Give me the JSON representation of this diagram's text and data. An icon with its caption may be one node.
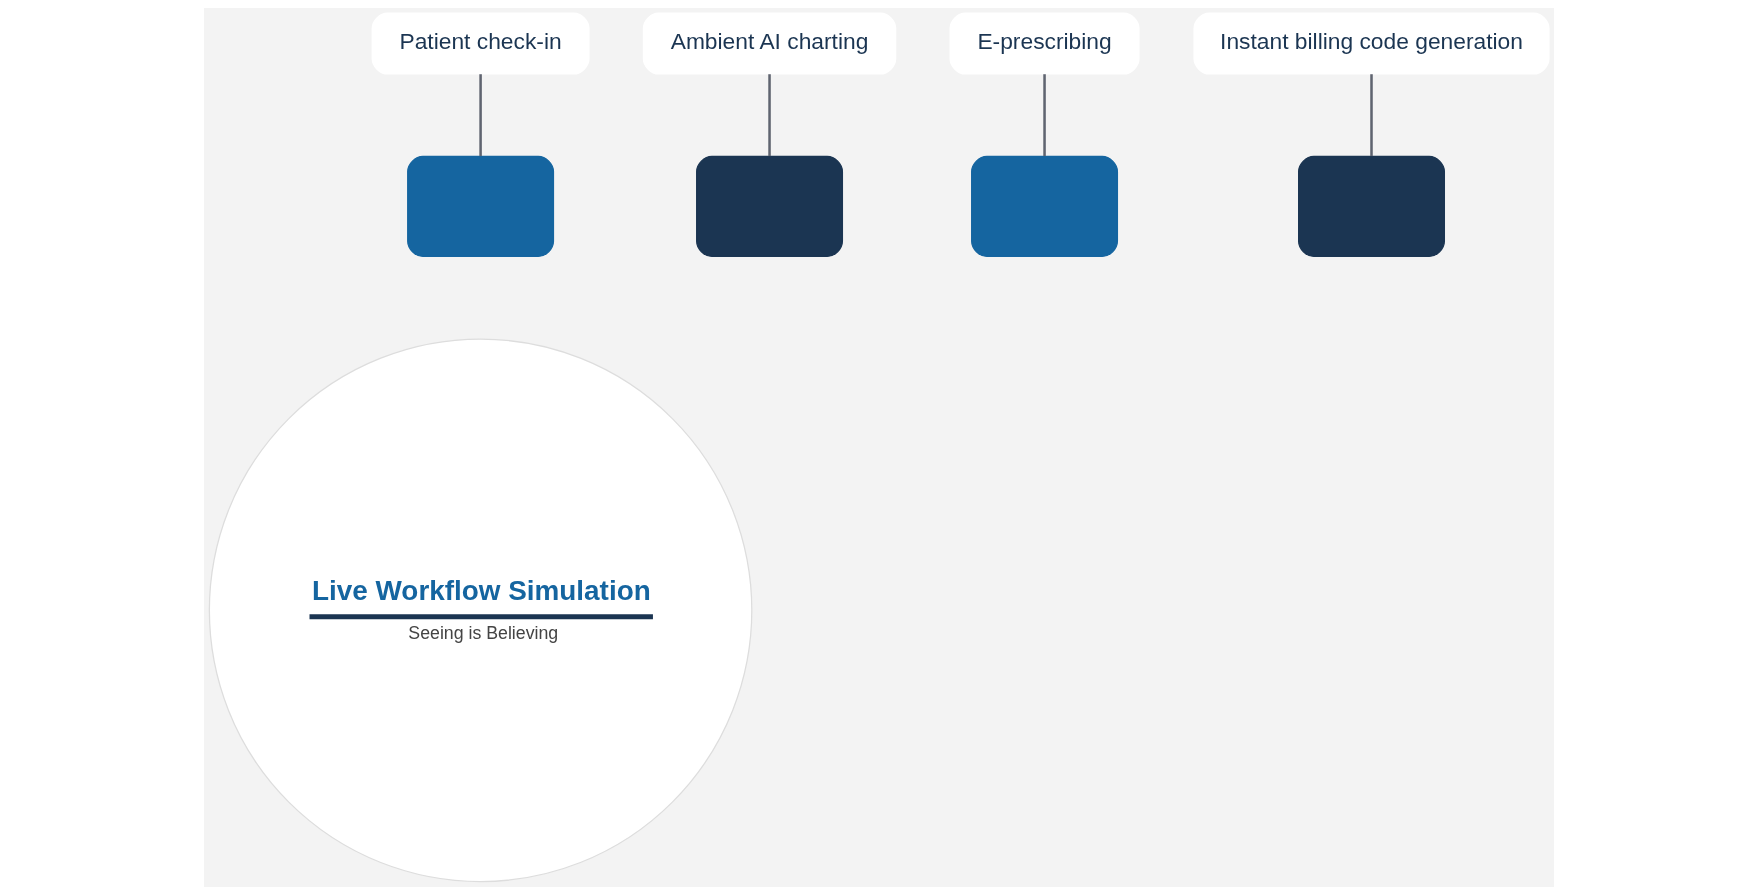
{
  "diagram": {
    "nodes": [
      {
        "text": [
          "Live Workflow Simulation",
          "Seeing is Believing"
        ]
      },
      {
        "text": [],
        "shape": "box"
      },
      {
        "text": [],
        "shape": "box"
      },
      {
        "text": [],
        "shape": "box"
      },
      {
        "text": [],
        "shape": "box"
      },
      {
        "text": [
          "Patient check-in"
        ]
      },
      {
        "text": [
          "Ambient AI charting"
        ]
      },
      {
        "text": [
          "E-prescribing"
        ]
      },
      {
        "text": [
          "Instant billing code generation"
        ]
      }
    ],
    "edges": [
      {
        "from": 5,
        "to": 1,
        "arrow": "none"
      },
      {
        "from": 6,
        "to": 2,
        "arrow": "none"
      },
      {
        "from": 7,
        "to": 3,
        "arrow": "none"
      },
      {
        "from": 8,
        "to": 4,
        "arrow": "none"
      }
    ]
  }
}
